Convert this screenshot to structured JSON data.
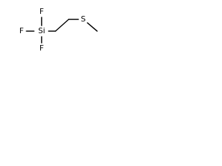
{
  "molecule": {
    "atoms": {
      "f_top": "F",
      "f_left": "F",
      "f_bottom": "F",
      "si": "Si",
      "s": "S"
    }
  }
}
